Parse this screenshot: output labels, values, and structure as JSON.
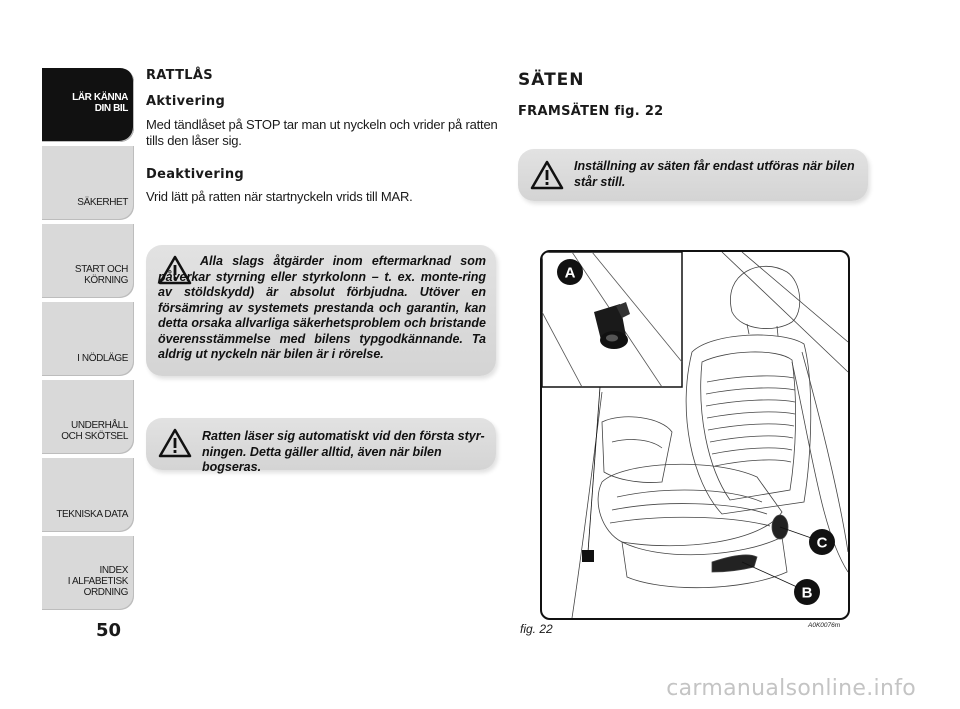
{
  "sidebar": {
    "tabs": [
      {
        "label": "LÄR KÄNNA\nDIN BIL",
        "active": true
      },
      {
        "label": "SÄKERHET",
        "active": false
      },
      {
        "label": "START OCH\nKÖRNING",
        "active": false
      },
      {
        "label": "I NÖDLÄGE",
        "active": false
      },
      {
        "label": "UNDERHÅLL\nOCH SKÖTSEL",
        "active": false
      },
      {
        "label": "TEKNISKA DATA",
        "active": false
      },
      {
        "label": "INDEX\nI ALFABETISK\nORDNING",
        "active": false
      }
    ]
  },
  "page_number": "50",
  "left": {
    "section_title": "RATTLÅS",
    "activation_title": "Aktivering",
    "activation_text": "Med tändlåset på STOP tar man ut nyckeln och vrider på ratten tills den låser sig.",
    "deactivation_title": "Deaktivering",
    "deactivation_text": "Vrid lätt på ratten när startnyckeln vrids till MAR.",
    "warning1": "Alla slags åtgärder inom eftermarknad som påverkar styrning eller styrkolonn – t. ex. monte-ring av stöldskydd) är absolut förbjudna. Utöver en försämring av systemets prestanda och garantin, kan detta orsaka allvarliga säkerhetsproblem och bristande överensstämmelse med bilens typgodkännande. Ta aldrig ut nyckeln när bilen är i rörelse.",
    "warning2": "Ratten läser sig automatiskt vid den första styr-ningen. Detta gäller alltid, även när bilen bogseras."
  },
  "right": {
    "title": "SÄTEN",
    "subtitle": "FRAMSÄTEN fig. 22",
    "warning": "Inställning av säten får endast utföras när bilen står still.",
    "figure": {
      "labels": [
        "A",
        "B",
        "C"
      ],
      "caption": "fig. 22",
      "code": "A0K0076m"
    }
  },
  "watermark": "carmanualsonline.info"
}
